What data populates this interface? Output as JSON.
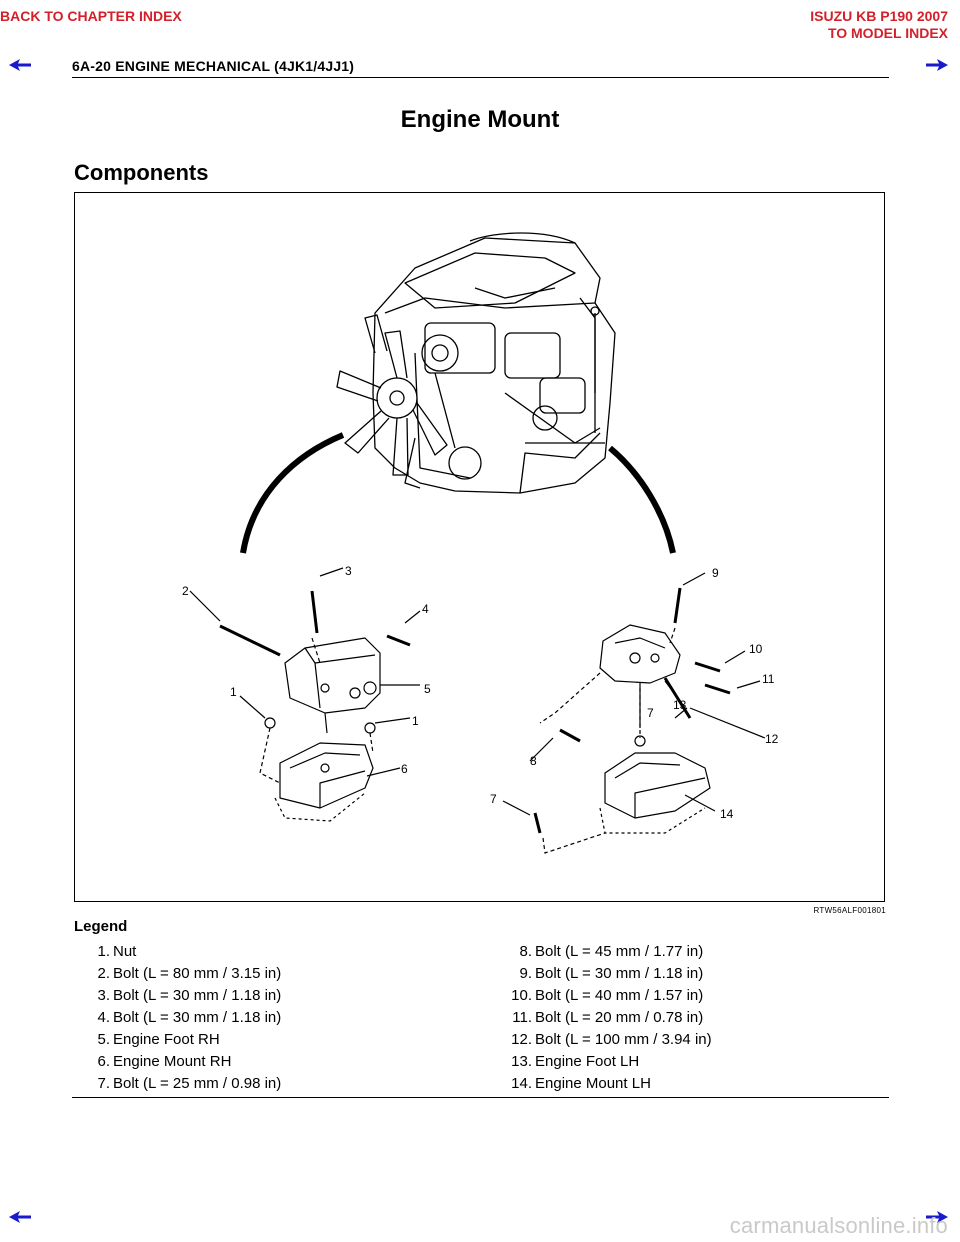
{
  "top_bar": {
    "back_link": "BACK TO CHAPTER INDEX",
    "brand_title": "ISUZU KB P190 2007",
    "model_link": "TO MODEL INDEX"
  },
  "page_header": "6A-20  ENGINE MECHANICAL (4JK1/4JJ1)",
  "section_title": "Engine Mount",
  "subsection_title": "Components",
  "figure": {
    "callouts": [
      "1",
      "2",
      "3",
      "4",
      "5",
      "1",
      "6",
      "9",
      "10",
      "11",
      "13",
      "7",
      "12",
      "8",
      "7",
      "14"
    ],
    "code": "RTW56ALF001801"
  },
  "legend": {
    "title": "Legend",
    "left": [
      {
        "num": "1.",
        "text": "Nut"
      },
      {
        "num": "2.",
        "text": "Bolt (L = 80 mm / 3.15 in)"
      },
      {
        "num": "3.",
        "text": "Bolt (L = 30 mm / 1.18 in)"
      },
      {
        "num": "4.",
        "text": "Bolt (L = 30 mm / 1.18 in)"
      },
      {
        "num": "5.",
        "text": "Engine Foot RH"
      },
      {
        "num": "6.",
        "text": "Engine Mount RH"
      },
      {
        "num": "7.",
        "text": "Bolt (L = 25 mm / 0.98 in)"
      }
    ],
    "right": [
      {
        "num": "8.",
        "text": "Bolt (L = 45 mm / 1.77 in)"
      },
      {
        "num": "9.",
        "text": "Bolt (L = 30 mm / 1.18 in)"
      },
      {
        "num": "10.",
        "text": "Bolt (L = 40 mm / 1.57 in)"
      },
      {
        "num": "11.",
        "text": "Bolt (L = 20 mm / 0.78 in)"
      },
      {
        "num": "12.",
        "text": "Bolt (L = 100 mm / 3.94 in)"
      },
      {
        "num": "13.",
        "text": "Engine Foot LH"
      },
      {
        "num": "14.",
        "text": "Engine Mount LH"
      }
    ]
  },
  "footer": {
    "watermark": "carmanualsonline.info"
  },
  "colors": {
    "link_red": "#d4202a",
    "arrow_blue": "#1a1acc",
    "watermark_gray": "#c9c9c9"
  },
  "icons": {
    "prev": "arrow-left-icon",
    "next": "arrow-right-icon"
  }
}
